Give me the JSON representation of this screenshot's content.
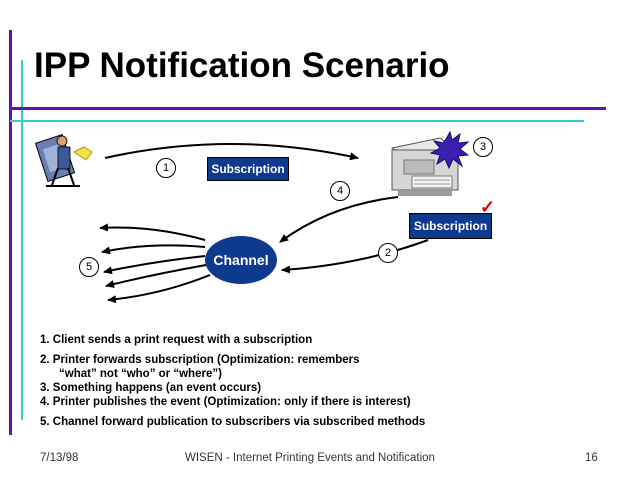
{
  "title": "IPP Notification Scenario",
  "labels": {
    "subscription_top": "Subscription",
    "subscription_right": "Subscription",
    "channel": "Channel"
  },
  "numbers": {
    "n1": "1",
    "n2": "2",
    "n3": "3",
    "n4": "4",
    "n5": "5"
  },
  "steps": {
    "s1": "1. Client sends a print request with a subscription",
    "s2a": "2. Printer forwards subscription (Optimization: remembers",
    "s2b": "“what” not “who” or “where”)",
    "s3": "3. Something happens (an event occurs)",
    "s4": "4. Printer publishes the event (Optimization: only if there is interest)",
    "s5": "5. Channel forward publication to subscribers via subscribed methods"
  },
  "footer": {
    "date": "7/13/98",
    "center": "WISEN - Internet  Printing Events and Notification",
    "page": "16"
  },
  "colors": {
    "accent_purple": "#6a0dad",
    "accent_cyan": "#33cccc",
    "box_blue": "#0e3a8e",
    "check_red": "#e00000"
  },
  "icons": [
    "client-person-icon",
    "printer-icon",
    "event-burst-icon",
    "checkmark-icon"
  ]
}
